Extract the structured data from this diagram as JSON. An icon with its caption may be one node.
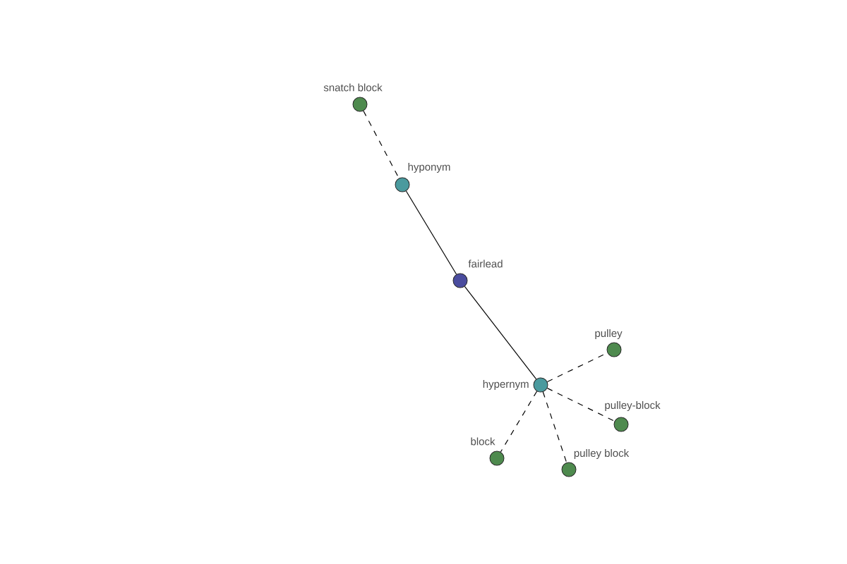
{
  "diagram": {
    "nodes": [
      {
        "text": [
          "snatch block"
        ]
      },
      {
        "text": [
          "hyponym"
        ]
      },
      {
        "text": [
          "fairlead"
        ]
      },
      {
        "text": [
          "hypernym"
        ]
      },
      {
        "text": [
          "pulley"
        ]
      },
      {
        "text": [
          "pulley-block"
        ]
      },
      {
        "text": [
          "block"
        ]
      },
      {
        "text": [
          "pulley block"
        ]
      }
    ],
    "edges": [
      {
        "from": 0,
        "to": 1,
        "arrow": "none",
        "style": "dashed"
      },
      {
        "from": 1,
        "to": 2,
        "arrow": "none"
      },
      {
        "from": 2,
        "to": 3,
        "arrow": "none"
      },
      {
        "from": 3,
        "to": 4,
        "arrow": "none",
        "style": "dashed"
      },
      {
        "from": 3,
        "to": 5,
        "arrow": "none",
        "style": "dashed"
      },
      {
        "from": 3,
        "to": 6,
        "arrow": "none",
        "style": "dashed"
      },
      {
        "from": 3,
        "to": 7,
        "arrow": "none",
        "style": "dashed"
      }
    ]
  }
}
